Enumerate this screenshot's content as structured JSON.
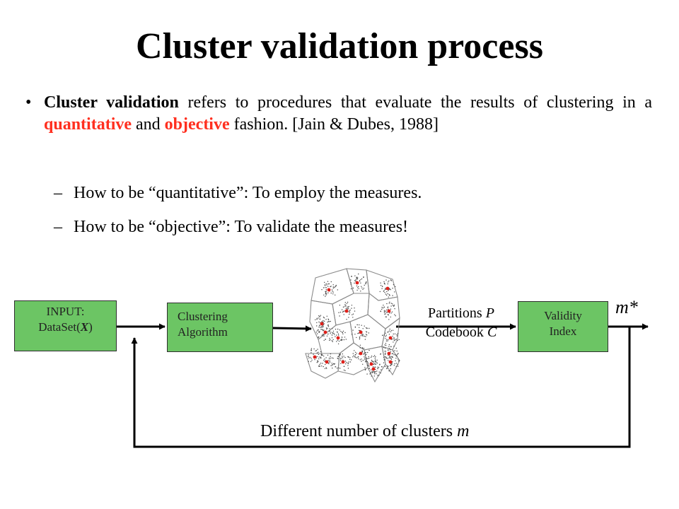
{
  "title": "Cluster validation process",
  "bullet": {
    "marker": "•",
    "term": "Cluster validation",
    "text1": " refers to procedures that evaluate the results of clustering in a ",
    "highlight1": "quantitative",
    "text2": " and ",
    "highlight2": "objective",
    "text3": " fashion.  [Jain & Dubes, 1988]"
  },
  "sub_bullets": [
    {
      "marker": "–",
      "text": "How to be “quantitative”: To employ the measures."
    },
    {
      "marker": "–",
      "text": "How to be “objective”: To validate the measures!"
    }
  ],
  "diagram": {
    "input_box": {
      "line1": "INPUT:",
      "line2_prefix": "DataSet(",
      "line2_var": "X",
      "line2_suffix": ")"
    },
    "clustering_box": {
      "line1": "Clustering",
      "line2": "Algorithm"
    },
    "validity_box": {
      "line1": "Validity",
      "line2": "Index"
    },
    "partitions": {
      "line1_text": "Partitions ",
      "line1_var": "P",
      "line2_text": "Codebook ",
      "line2_var": "C"
    },
    "output": {
      "var": "m",
      "suffix": "*"
    },
    "feedback": {
      "text": "Different number of clusters ",
      "var": "m"
    }
  },
  "colors": {
    "box_fill": "#6cc564",
    "highlight": "#ff2f1f",
    "centroid": "#e0201a"
  }
}
